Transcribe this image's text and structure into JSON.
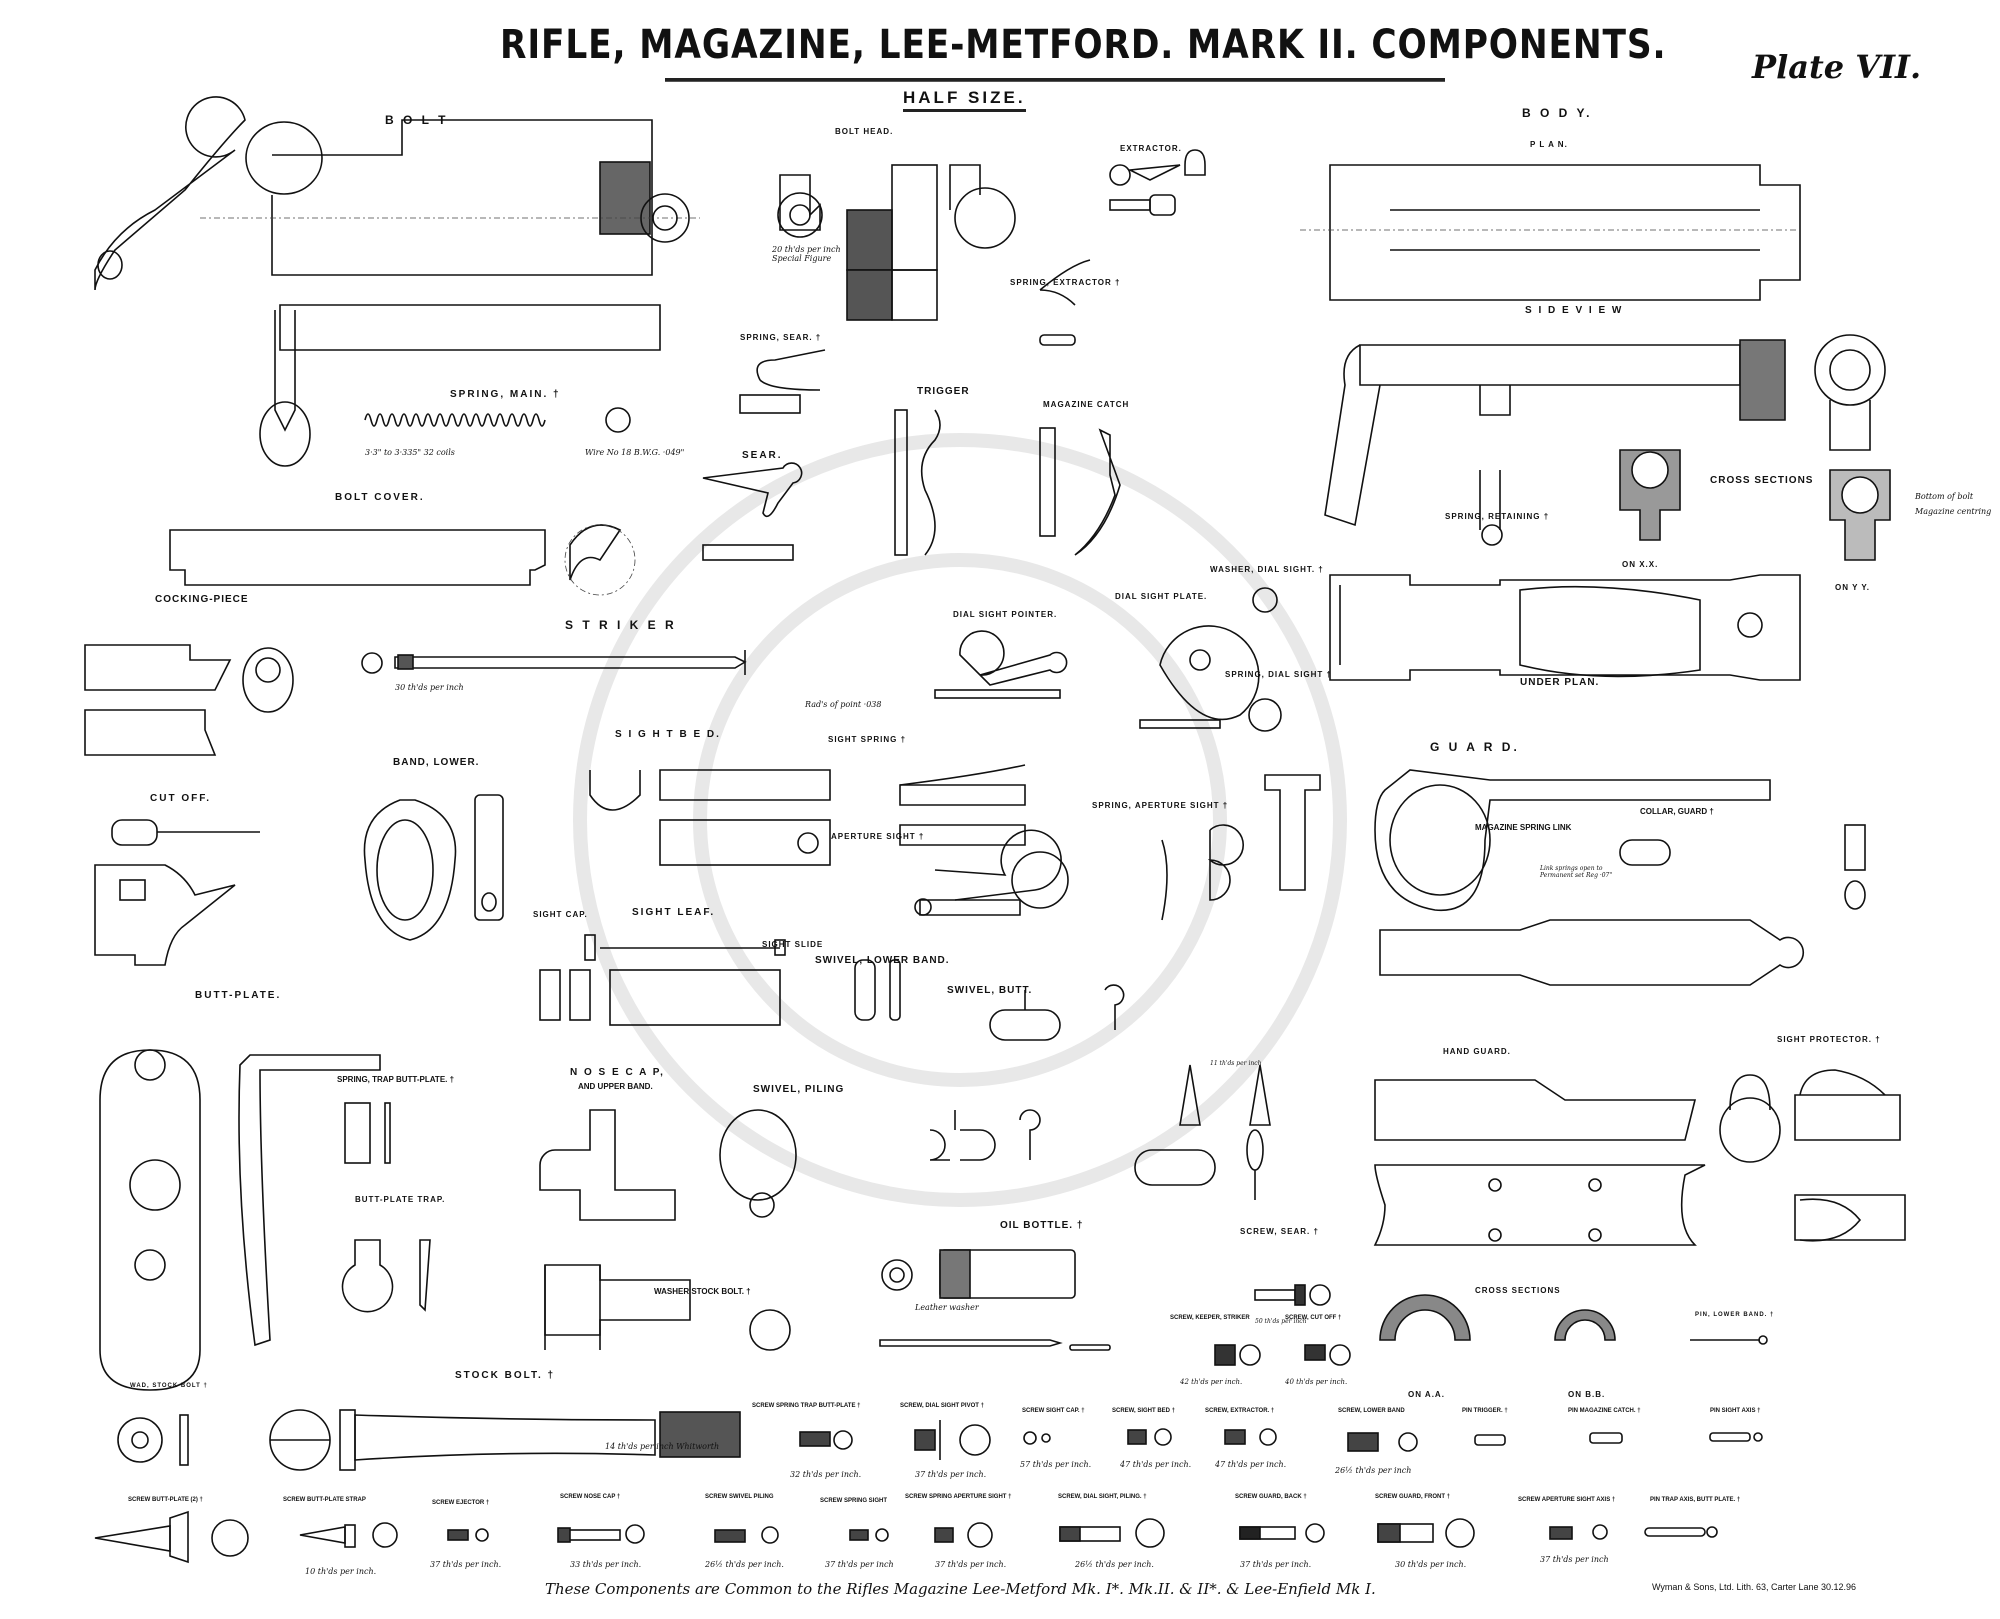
{
  "header": {
    "title": "RIFLE, MAGAZINE, LEE-METFORD. MARK II. COMPONENTS.",
    "plate": "Plate VII.",
    "scale": "HALF SIZE."
  },
  "sections": {
    "bolt": "B O L T",
    "bolt_head": "BOLT HEAD.",
    "extractor": "EXTRACTOR.",
    "spring_extractor": "SPRING, EXTRACTOR †",
    "spring_sear": "SPRING, SEAR. †",
    "spring_main": "SPRING, MAIN. †",
    "bolt_cover": "BOLT COVER.",
    "cocking_piece": "COCKING-PIECE",
    "striker": "S T R I K E R",
    "sear": "SEAR.",
    "trigger": "TRIGGER",
    "magazine_catch": "MAGAZINE CATCH",
    "body": "B O D Y.",
    "plan": "P L A N.",
    "side_view": "S I D E   V I E W",
    "spring_retaining": "SPRING, RETAINING †",
    "cross_sections_body": "CROSS SECTIONS",
    "on_xx": "ON X.X.",
    "on_yy": "ON Y Y.",
    "under_plan": "UNDER PLAN.",
    "washer_dial_sight": "WASHER, DIAL SIGHT. †",
    "dial_sight_plate": "DIAL SIGHT PLATE.",
    "dial_sight_pointer": "DIAL SIGHT POINTER.",
    "spring_dial_sight": "SPRING, DIAL SIGHT †",
    "sight_bed": "S I G H T   B E D.",
    "sight_spring": "SIGHT SPRING †",
    "spring_aperture_sight": "SPRING, APERTURE SIGHT †",
    "aperture_sight": "APERTURE SIGHT †",
    "guard": "G U A R D.",
    "magazine_spring_link": "MAGAZINE SPRING LINK",
    "collar_guard": "COLLAR, GUARD †",
    "cut_off": "CUT OFF.",
    "band_lower": "BAND, LOWER.",
    "sight_cap": "SIGHT CAP.",
    "sight_leaf": "SIGHT LEAF.",
    "sight_slide": "SIGHT SLIDE",
    "swivel_lower_band": "SWIVEL, LOWER BAND.",
    "swivel_butt": "SWIVEL, BUTT.",
    "butt_plate": "BUTT-PLATE.",
    "spring_trap_butt_plate": "SPRING, TRAP BUTT-PLATE. †",
    "butt_plate_trap": "BUTT-PLATE TRAP.",
    "nose_cap": "N O S E   C A P,",
    "nose_cap_sub": "AND UPPER BAND.",
    "swivel_piling": "SWIVEL, PILING",
    "hand_guard": "HAND GUARD.",
    "sight_protector": "SIGHT PROTECTOR. †",
    "oil_bottle": "OIL BOTTLE. †",
    "washer_stock_bolt": "WASHER STOCK BOLT. †",
    "screw_sear": "SCREW, SEAR. †",
    "screw_keeper_striker": "SCREW, KEEPER, STRIKER",
    "screw_cut_off": "SCREW, CUT OFF †",
    "cross_sections_hand_guard": "CROSS SECTIONS",
    "on_aa": "ON A.A.",
    "on_bb": "ON B.B.",
    "pin_lower_band": "PIN, LOWER BAND. †",
    "stock_bolt": "STOCK BOLT. †",
    "wad_stock_bolt": "WAD, STOCK BOLT †"
  },
  "screws_row1": [
    {
      "label": "SCREW SPRING TRAP BUTT-PLATE †",
      "thread": "32 th'ds per inch."
    },
    {
      "label": "SCREW, DIAL SIGHT PIVOT †",
      "thread": "37 th'ds per inch."
    },
    {
      "label": "SCREW SIGHT CAP. †",
      "thread": "57 th'ds per inch."
    },
    {
      "label": "SCREW, SIGHT BED †",
      "thread": "47 th'ds per inch."
    },
    {
      "label": "SCREW, EXTRACTOR. †",
      "thread": "47 th'ds per inch."
    },
    {
      "label": "SCREW, LOWER BAND",
      "thread": "26½ th'ds per inch"
    },
    {
      "label": "PIN TRIGGER. †",
      "thread": ""
    },
    {
      "label": "PIN MAGAZINE CATCH. †",
      "thread": ""
    },
    {
      "label": "PIN SIGHT AXIS †",
      "thread": ""
    }
  ],
  "screws_row2": [
    {
      "label": "SCREW BUTT-PLATE (2) †",
      "thread": ""
    },
    {
      "label": "SCREW BUTT-PLATE STRAP",
      "thread": "10 th'ds per inch."
    },
    {
      "label": "SCREW EJECTOR †",
      "thread": "37 th'ds per inch."
    },
    {
      "label": "SCREW NOSE CAP †",
      "thread": "33 th'ds per inch."
    },
    {
      "label": "SCREW SWIVEL PILING",
      "thread": "26½ th'ds per inch."
    },
    {
      "label": "SCREW SPRING SIGHT",
      "thread": "37 th'ds per inch"
    },
    {
      "label": "SCREW SPRING APERTURE SIGHT †",
      "thread": "37 th'ds per inch."
    },
    {
      "label": "SCREW, DIAL SIGHT, PILING. †",
      "thread": "26½ th'ds per inch."
    },
    {
      "label": "SCREW GUARD, BACK †",
      "thread": "37 th'ds per inch."
    },
    {
      "label": "SCREW GUARD, FRONT †",
      "thread": "30 th'ds per inch."
    },
    {
      "label": "SCREW APERTURE SIGHT AXIS †",
      "thread": "37 th'ds per inch"
    },
    {
      "label": "PIN TRAP AXIS, BUTT PLATE. †",
      "thread": ""
    }
  ],
  "notes": {
    "spring_main_len": "3·3\" to 3·335\" 32 coils",
    "spring_main_wire": "Wire No 18 B.W.G. ·049\"",
    "bolt_head_thread": "20 th'ds per inch Special Figure",
    "striker_thread": "30 th'ds per inch",
    "striker_point": "Rad's of point ·038",
    "stock_bolt_thread": "14 th'ds per inch Whitworth",
    "oil_bottle_washer": "Leather washer",
    "screw_sear_thread": "50 th'ds per inch",
    "screw_keeper_thread": "42 th'ds per inch.",
    "screw_cutoff_thread": "40 th'ds per inch.",
    "swivel_butt_thread": "11 th'ds per inch",
    "body_bottom_bolt": "Bottom of bolt",
    "body_mag_centre": "Magazine centring",
    "mag_link_note": "Link springs open to Permanent set Reg ·07\""
  },
  "footer": {
    "common_note": "These Components are Common to the Rifles Magazine Lee-Metford Mk. I*. Mk.II. & II*. & Lee-Enfield Mk I.",
    "printer": "Wyman & Sons, Ltd. Lith. 63, Carter Lane  30.12.96"
  }
}
